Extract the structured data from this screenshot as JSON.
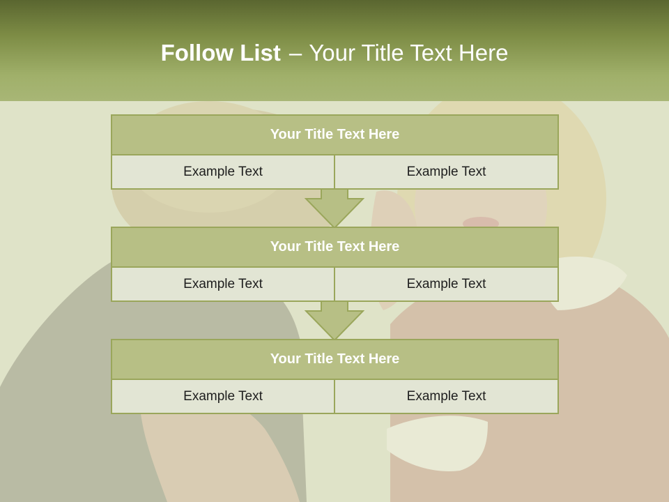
{
  "header": {
    "title_bold": "Follow List",
    "title_dash": "–",
    "title_rest": "Your Title Text Here"
  },
  "blocks": [
    {
      "title": "Your Title Text Here",
      "left_text": "Example Text",
      "right_text": "Example Text"
    },
    {
      "title": "Your Title Text Here",
      "left_text": "Example Text",
      "right_text": "Example Text"
    },
    {
      "title": "Your Title Text Here",
      "left_text": "Example Text",
      "right_text": "Example Text"
    }
  ],
  "colors": {
    "header_dark": "#5a6630",
    "header_light": "#a8b676",
    "block_title_fill": "#b7bf85",
    "block_border": "#9aa65b",
    "cell_fill": "#e2e5d4"
  },
  "icons": {
    "connector_arrow": "down-arrow-icon",
    "background_image": "two-women-photo"
  }
}
